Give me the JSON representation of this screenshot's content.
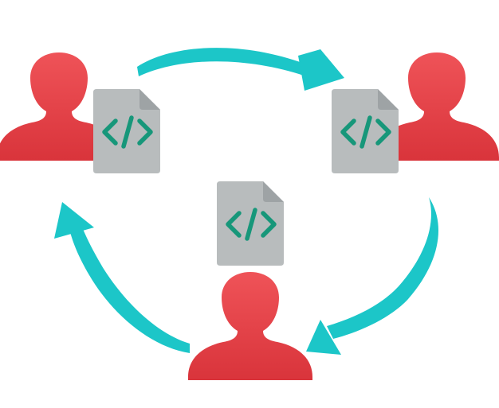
{
  "diagram": {
    "nodes": [
      {
        "id": "user-top-left",
        "icon": "user-icon",
        "file_icon": "code-file-icon"
      },
      {
        "id": "user-top-right",
        "icon": "user-icon",
        "file_icon": "code-file-icon"
      },
      {
        "id": "user-bottom-center",
        "icon": "user-icon",
        "file_icon": "code-file-icon"
      }
    ],
    "arrows": [
      {
        "from": "user-top-left",
        "to": "user-top-right"
      },
      {
        "from": "user-top-right",
        "to": "user-bottom-center"
      },
      {
        "from": "user-bottom-center",
        "to": "user-top-left"
      }
    ],
    "colors": {
      "user_top": "#ef5358",
      "user_bottom": "#d9343b",
      "file_body": "#b8bcbd",
      "file_fold": "#9ea3a5",
      "code_symbol": "#17977a",
      "arrow": "#1cc6c8"
    }
  }
}
